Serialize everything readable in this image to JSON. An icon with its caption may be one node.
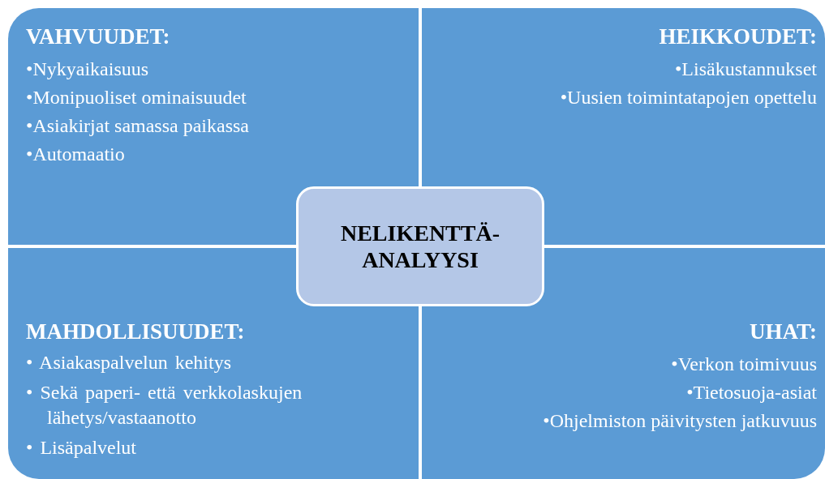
{
  "diagram": {
    "nodes": [
      {
        "text": [
          "VAHVUUDET:",
          "•Nykyaikaisuus",
          "•Monipuoliset ominaisuudet",
          "•Asiakirjat samassa paikassa",
          "•Automaatio"
        ]
      },
      {
        "text": [
          "HEIKKOUDET:",
          "•Lisäkustannukset",
          "•Uusien toimintatapojen opettelu"
        ]
      },
      {
        "text": [
          "MAHDOLLISUUDET:",
          "• Asiakaspalvelun kehitys",
          "• Sekä paperi- että verkkolaskujen lähetys/vastaanotto",
          "• Lisäpalvelut"
        ]
      },
      {
        "text": [
          "UHAT:",
          "•Verkon toimivuus",
          "•Tietosuoja-asiat",
          "•Ohjelmiston päivitysten jatkuvuus"
        ]
      },
      {
        "text": [
          "NELIKENTTÄ- ANALYYSI"
        ]
      }
    ]
  }
}
